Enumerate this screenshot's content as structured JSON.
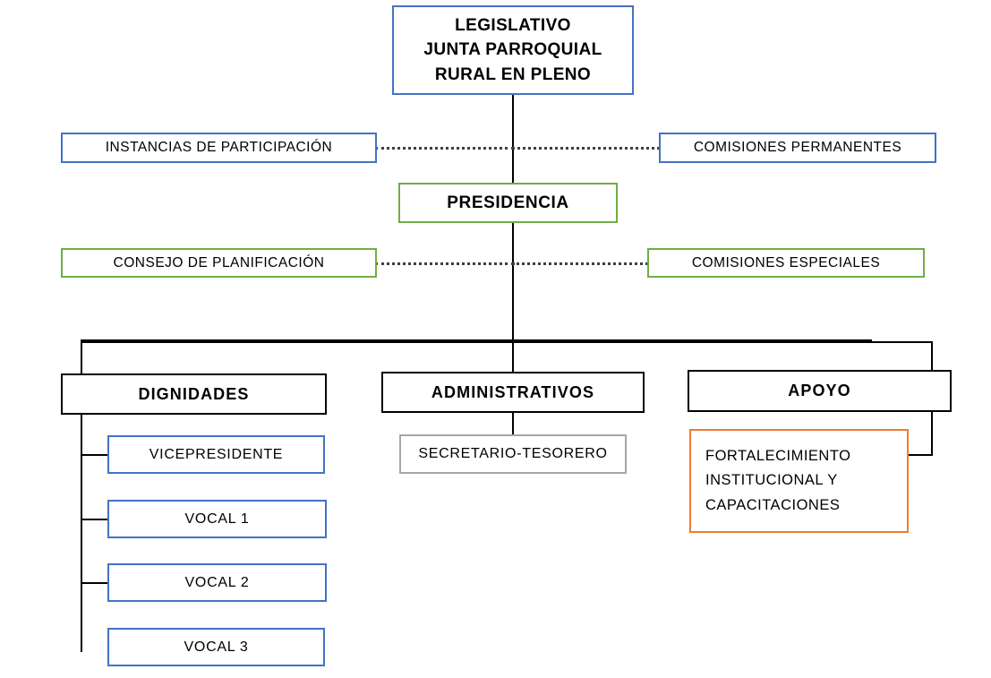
{
  "diagram": {
    "title": "Organigrama Junta Parroquial Rural",
    "colors": {
      "blue": "#4472C4",
      "green": "#70AD47",
      "gray": "#A6A6A6",
      "orange": "#ED7D31",
      "black": "#000000",
      "connector": "#000000",
      "dotted": "#3f3f3f"
    },
    "nodes": {
      "legislativo": "LEGISLATIVO\nJUNTA PARROQUIAL\nRURAL EN PLENO",
      "instancias_participacion": "INSTANCIAS  DE PARTICIPACIÓN",
      "comisiones_permanentes": "COMISIONES  PERMANENTES",
      "presidencia": "PRESIDENCIA",
      "consejo_planificacion": "CONSEJO DE PLANIFICACIÓN",
      "comisiones_especiales": "COMISIONES  ESPECIALES",
      "dignidades": "DIGNIDADES",
      "administrativos": "ADMINISTRATIVOS",
      "apoyo": "APOYO",
      "vicepresidente": "VICEPRESIDENTE",
      "vocal_1": "VOCAL 1",
      "vocal_2": "VOCAL 2",
      "vocal_3": "VOCAL 3",
      "secretario_tesorero": "SECRETARIO-TESORERO",
      "fortalecimiento": "FORTALECIMIENTO\nINSTITUCIONAL   Y\nCAPACITACIONES"
    }
  }
}
